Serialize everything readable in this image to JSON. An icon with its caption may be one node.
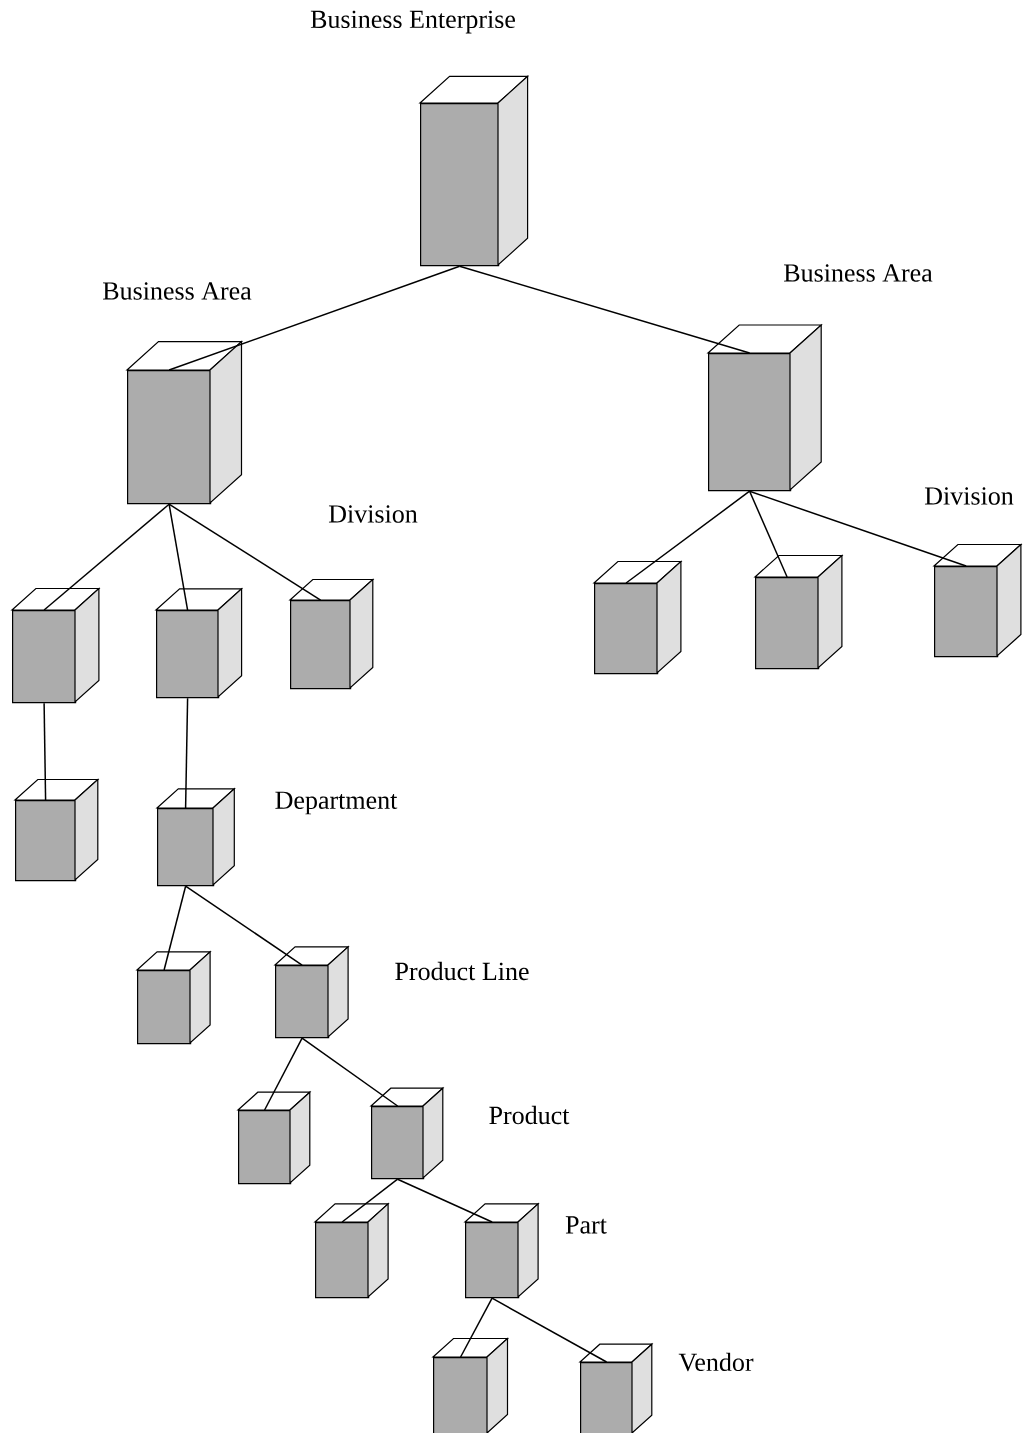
{
  "diagram": {
    "nodes": [
      {
        "text": [
          "Business Enterprise"
        ]
      },
      {
        "text": [
          "Business Area"
        ]
      },
      {
        "text": [
          "Business Area"
        ]
      },
      {
        "text": [],
        "shape": "box"
      },
      {
        "text": [],
        "shape": "box"
      },
      {
        "text": [],
        "shape": "box",
        "beside": [
          "Division"
        ]
      },
      {
        "text": [],
        "shape": "box"
      },
      {
        "text": [],
        "shape": "box"
      },
      {
        "text": [],
        "shape": "box",
        "beside": [
          "Division"
        ]
      },
      {
        "text": [],
        "shape": "box"
      },
      {
        "text": [],
        "shape": "box",
        "beside": [
          "Department"
        ]
      },
      {
        "text": [],
        "shape": "box"
      },
      {
        "text": [],
        "shape": "box",
        "beside": [
          "Product Line"
        ]
      },
      {
        "text": [],
        "shape": "box"
      },
      {
        "text": [],
        "shape": "box",
        "beside": [
          "Product"
        ]
      },
      {
        "text": [],
        "shape": "box"
      },
      {
        "text": [],
        "shape": "box",
        "beside": [
          "Part"
        ]
      },
      {
        "text": [],
        "shape": "box"
      },
      {
        "text": [],
        "shape": "box",
        "beside": [
          "Vendor"
        ]
      }
    ],
    "edges": [
      {
        "from": 0,
        "to": 1,
        "arrow": "none"
      },
      {
        "from": 0,
        "to": 2,
        "arrow": "none"
      },
      {
        "from": 1,
        "to": 3,
        "arrow": "none"
      },
      {
        "from": 1,
        "to": 4,
        "arrow": "none"
      },
      {
        "from": 1,
        "to": 5,
        "arrow": "none"
      },
      {
        "from": 2,
        "to": 6,
        "arrow": "none"
      },
      {
        "from": 2,
        "to": 7,
        "arrow": "none"
      },
      {
        "from": 2,
        "to": 8,
        "arrow": "none"
      },
      {
        "from": 3,
        "to": 9,
        "arrow": "none"
      },
      {
        "from": 4,
        "to": 10,
        "arrow": "none"
      },
      {
        "from": 10,
        "to": 11,
        "arrow": "none"
      },
      {
        "from": 10,
        "to": 12,
        "arrow": "none"
      },
      {
        "from": 12,
        "to": 13,
        "arrow": "none"
      },
      {
        "from": 12,
        "to": 14,
        "arrow": "none"
      },
      {
        "from": 14,
        "to": 15,
        "arrow": "none"
      },
      {
        "from": 14,
        "to": 16,
        "arrow": "none"
      },
      {
        "from": 16,
        "to": 17,
        "arrow": "none"
      },
      {
        "from": 16,
        "to": 18,
        "arrow": "none"
      }
    ]
  }
}
